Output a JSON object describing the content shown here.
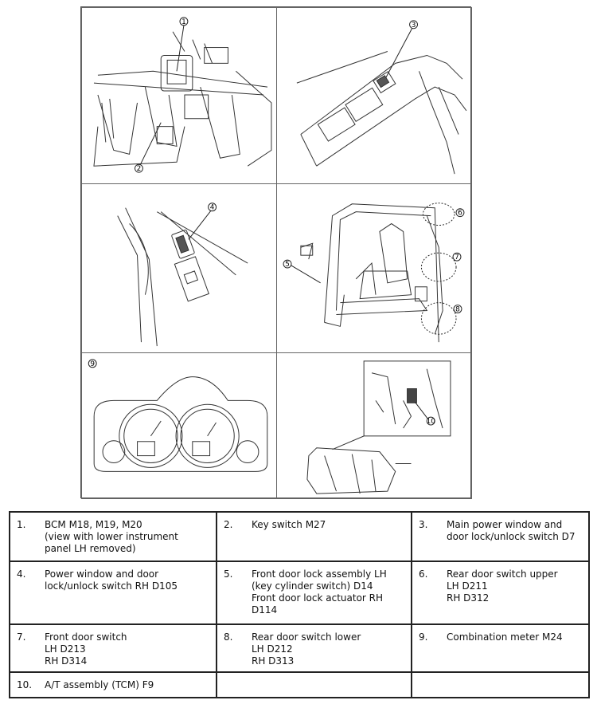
{
  "diagram": {
    "panels": [
      {
        "callouts": [
          "1",
          "2"
        ]
      },
      {
        "callouts": [
          "3"
        ]
      },
      {
        "callouts": [
          "4"
        ]
      },
      {
        "callouts": [
          "5",
          "6",
          "7",
          "8"
        ]
      },
      {
        "callouts": [
          "9"
        ]
      },
      {
        "callouts": [
          "10"
        ]
      }
    ]
  },
  "legend": [
    [
      {
        "num": "1.",
        "text": "BCM M18, M19, M20\n(view with lower instrument\npanel LH removed)"
      },
      {
        "num": "2.",
        "text": "Key switch M27"
      },
      {
        "num": "3.",
        "text": "Main power window and\ndoor lock/unlock switch D7"
      }
    ],
    [
      {
        "num": "4.",
        "text": "Power window and door\nlock/unlock switch RH D105"
      },
      {
        "num": "5.",
        "text": "Front door lock assembly LH\n(key cylinder switch) D14\nFront door lock actuator RH\nD114"
      },
      {
        "num": "6.",
        "text": "Rear door switch upper\nLH D211\nRH D312"
      }
    ],
    [
      {
        "num": "7.",
        "text": "Front door switch\nLH D213\nRH D314"
      },
      {
        "num": "8.",
        "text": "Rear door switch lower\nLH D212\nRH D313"
      },
      {
        "num": "9.",
        "text": "Combination meter M24"
      }
    ],
    [
      {
        "num": "10.",
        "text": "A/T assembly (TCM) F9"
      },
      {
        "num": "",
        "text": ""
      },
      {
        "num": "",
        "text": ""
      }
    ]
  ]
}
